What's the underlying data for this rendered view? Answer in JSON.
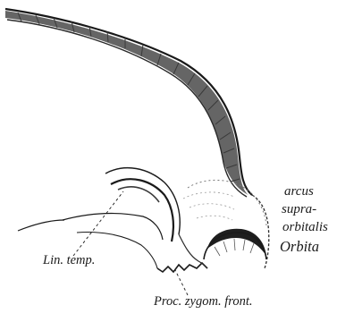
{
  "labels": {
    "arcus": "arcus",
    "supra": "supra-",
    "orbitalis": "orbitalis",
    "orbita": "Orbita",
    "lin_temp": "Lin. temp.",
    "proc_zygom": "Proc. zygom. front."
  },
  "colors": {
    "background": "#ffffff",
    "ink": "#1a1a1a",
    "hatch": "#3a3a3a"
  }
}
